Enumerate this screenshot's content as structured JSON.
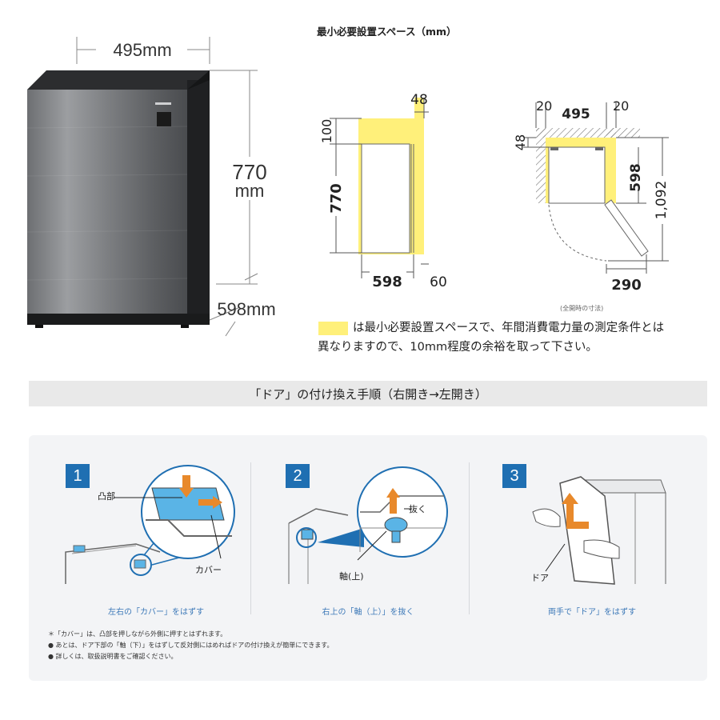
{
  "product": {
    "width_dim": "495mm",
    "height_dim_value": "770",
    "height_dim_unit": "mm",
    "depth_dim": "598mm"
  },
  "space": {
    "title": "最小必要設置スペース（mm）",
    "side_view": {
      "top_clearance": "100",
      "back_clearance": "48",
      "height": "770",
      "depth": "598",
      "door_depth": "60"
    },
    "top_view": {
      "left_clearance": "20",
      "width": "495",
      "right_clearance": "20",
      "back_clearance": "48",
      "depth": "598",
      "open_depth": "1,092",
      "door_swing": "290"
    },
    "caption": "(全開時の寸法)",
    "legend_line1": "は最小必要設置スペースで、年間消費電力量の測定条件とは",
    "legend_line2": "異なりますので、10mm程度の余裕を取って下さい。",
    "legend_color": "#fff07a"
  },
  "door_section": {
    "title": "「ドア」の付け換え手順（右開き→左開き）",
    "steps": [
      {
        "number": "1",
        "label_a": "凸部",
        "label_b": "カバー",
        "caption": "左右の「カバー」をはずす"
      },
      {
        "number": "2",
        "label_a": "抜く",
        "label_b": "軸(上)",
        "caption": "右上の「軸（上）」を抜く"
      },
      {
        "number": "3",
        "label_a": "ドア",
        "caption": "両手で「ドア」をはずす"
      }
    ],
    "notes": [
      "＊「カバー」は、凸部を押しながら外側に押すとはずれます。",
      "●  あとは、ドア下部の「軸（下）」をはずして反対側にはめればドアの付け換えが簡単にできます。",
      "●  詳しくは、取扱説明書をご確認ください。"
    ],
    "accent_color": "#1f6fb2",
    "arrow_color": "#e8892b",
    "highlight_color": "#5ab4e6"
  }
}
